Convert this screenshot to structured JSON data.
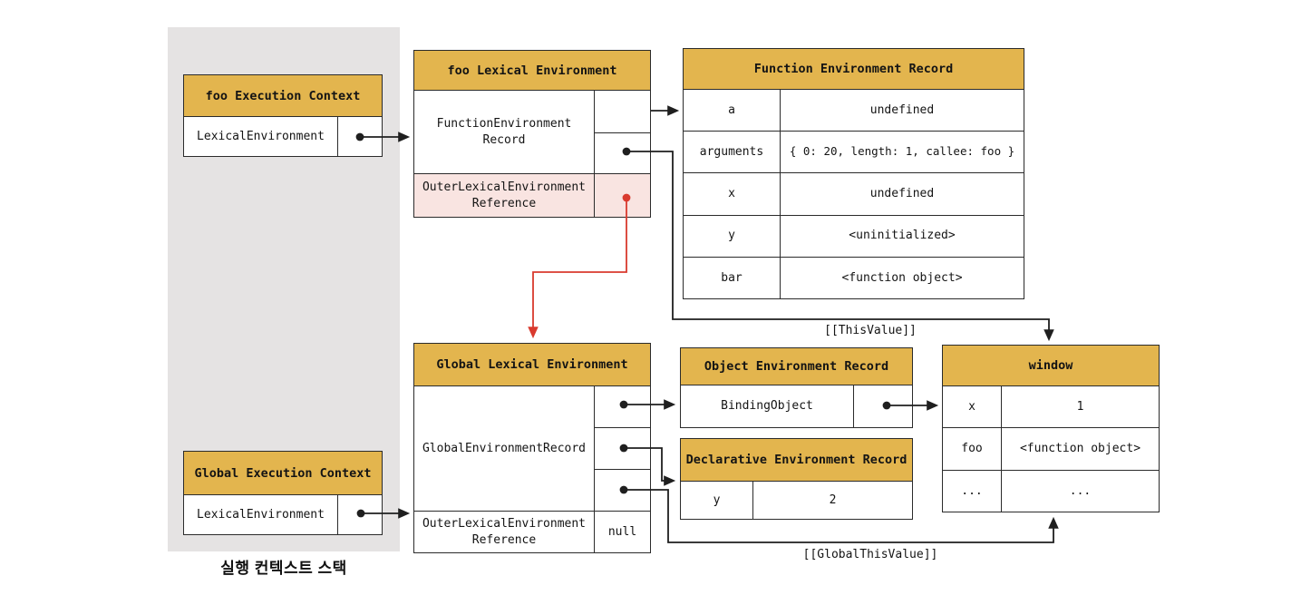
{
  "colors": {
    "header_bg": "#e3b54e",
    "outer_ref_highlight_bg": "#f9e4e1",
    "stack_panel_bg": "#e5e3e3",
    "line": "#1f1f1f",
    "red_arrow": "#d93a2e",
    "border": "#2b2b2b"
  },
  "stack": {
    "label": "실행 컨텍스트 스택"
  },
  "boxes": {
    "foo_execution_context": {
      "title": "foo Execution Context",
      "row_label": "LexicalEnvironment"
    },
    "global_execution_context": {
      "title": "Global Execution Context",
      "row_label": "LexicalEnvironment"
    },
    "foo_lexical_environment": {
      "title": "foo Lexical Environment",
      "record_label": "FunctionEnvironment\nRecord",
      "outer_ref_label": "OuterLexicalEnvironment\nReference"
    },
    "global_lexical_environment": {
      "title": "Global Lexical Environment",
      "record_label": "GlobalEnvironmentRecord",
      "outer_ref_label": "OuterLexicalEnvironment\nReference",
      "outer_ref_value": "null"
    },
    "function_environment_record": {
      "title": "Function Environment Record",
      "entries": [
        {
          "key": "a",
          "value": "undefined"
        },
        {
          "key": "arguments",
          "value": "{ 0: 20, length: 1, callee: foo }"
        },
        {
          "key": "x",
          "value": "undefined"
        },
        {
          "key": "y",
          "value": "<uninitialized>"
        },
        {
          "key": "bar",
          "value": "<function object>"
        }
      ]
    },
    "object_environment_record": {
      "title": "Object Environment Record",
      "binding_label": "BindingObject"
    },
    "declarative_environment_record": {
      "title": "Declarative Environment Record",
      "entries": [
        {
          "key": "y",
          "value": "2"
        }
      ]
    },
    "window_object": {
      "title": "window",
      "entries": [
        {
          "key": "x",
          "value": "1"
        },
        {
          "key": "foo",
          "value": "<function object>"
        },
        {
          "key": "...",
          "value": "..."
        }
      ]
    }
  },
  "arrow_labels": {
    "this_value": "[[ThisValue]]",
    "global_this_value": "[[GlobalThisValue]]"
  }
}
